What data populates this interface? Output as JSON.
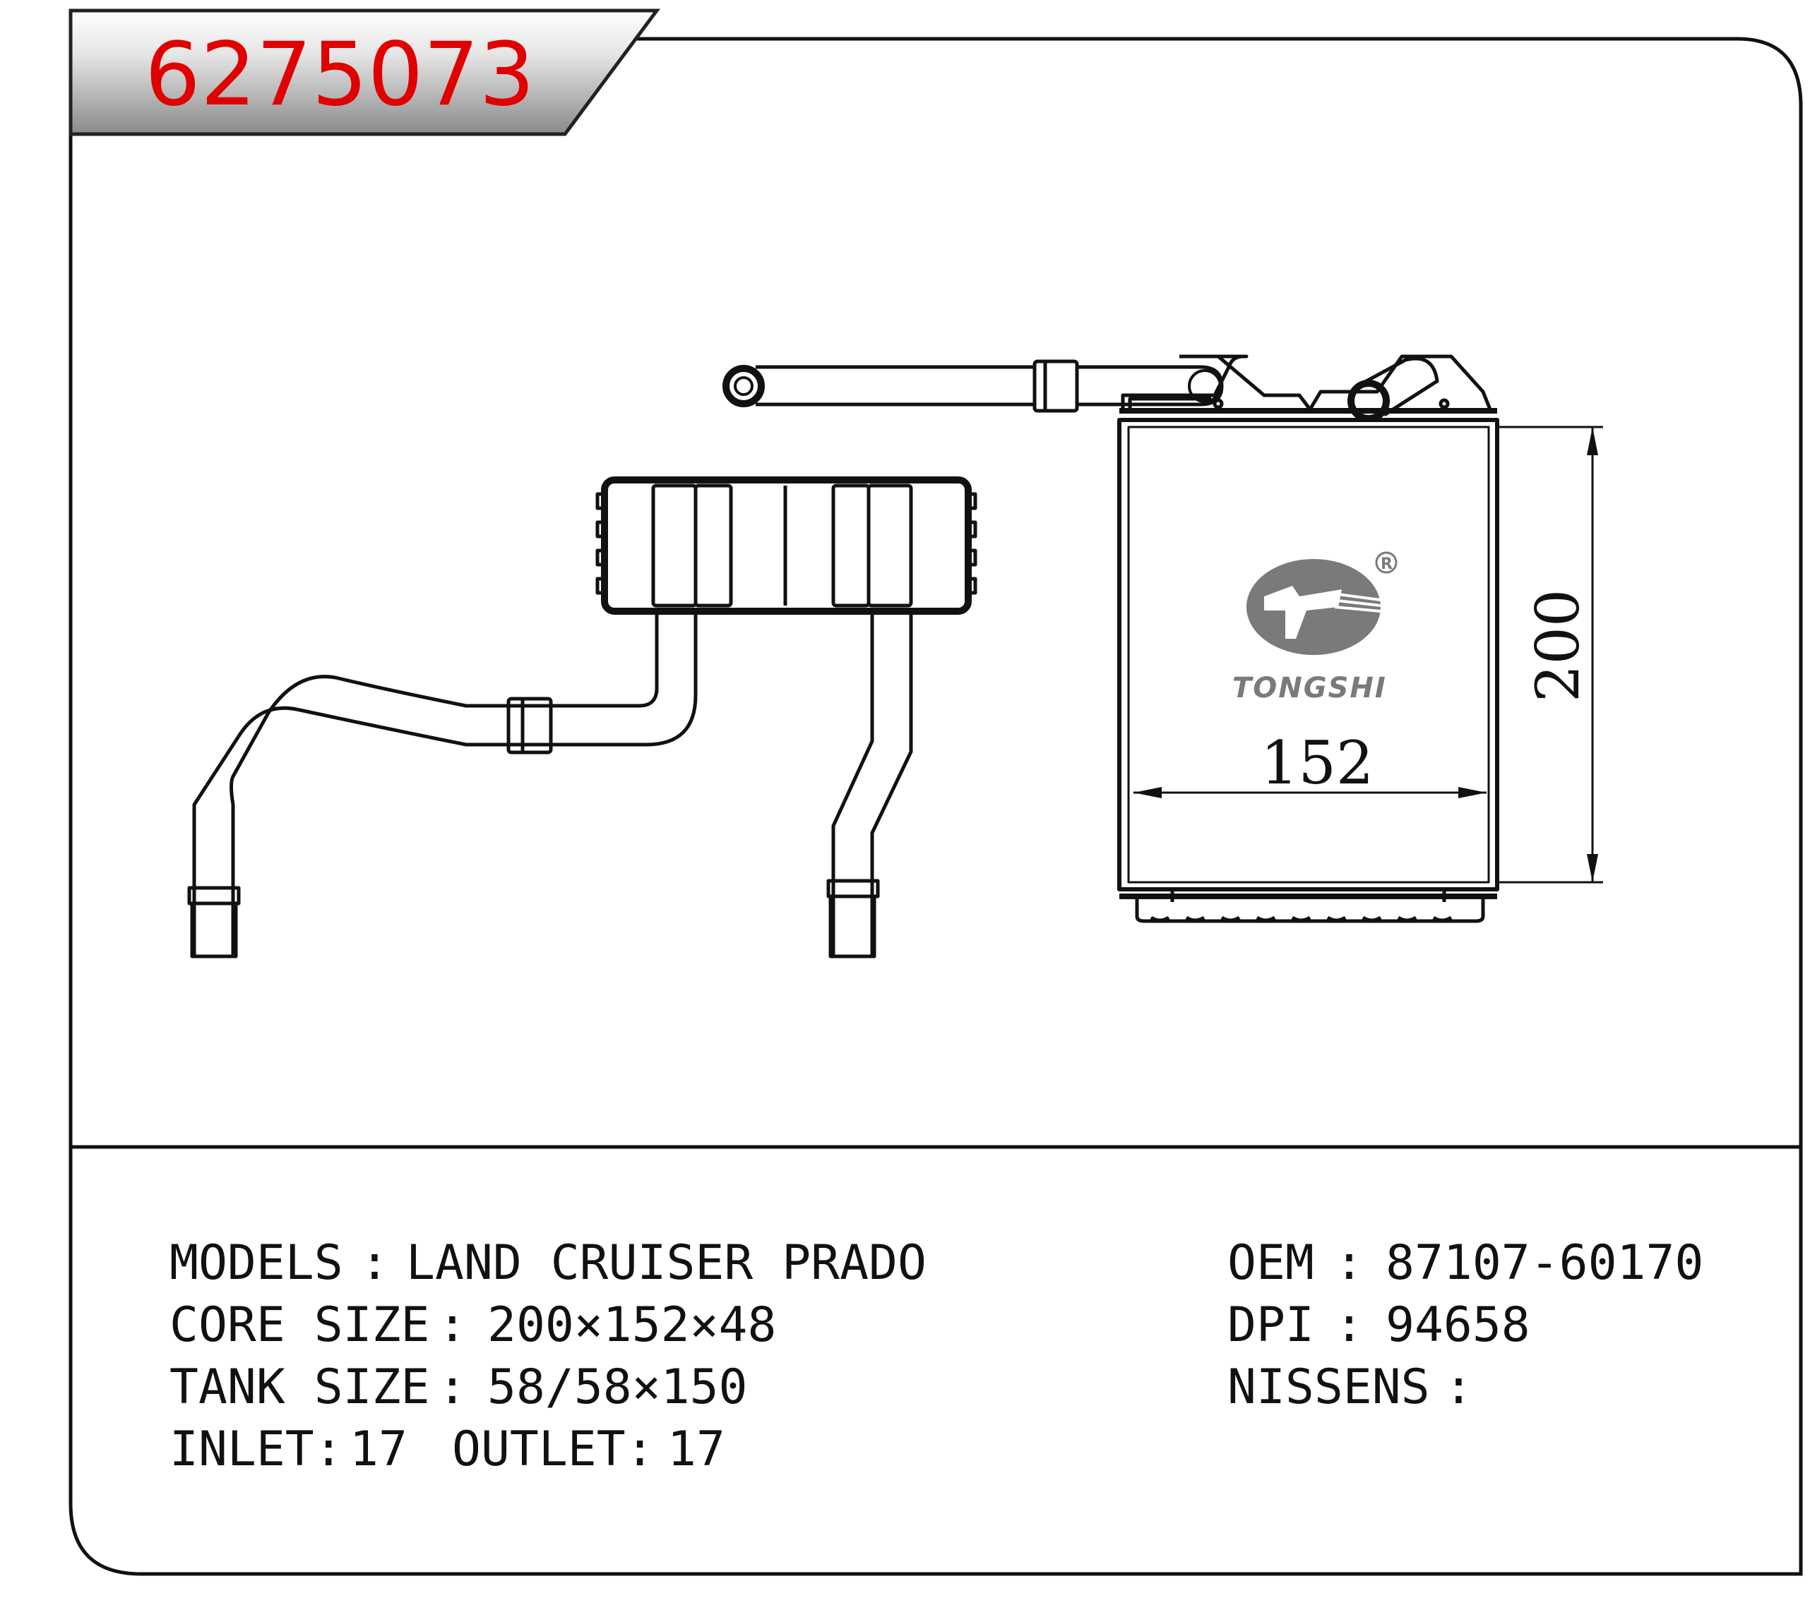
{
  "part": {
    "code": "6275073",
    "code_color": "#e00000"
  },
  "drawing": {
    "dimension_width": "152",
    "dimension_height": "200",
    "brand": "TONGSHI",
    "registered_mark": "R",
    "brand_color": "#7a7a7a"
  },
  "specs": {
    "models_label": "MODELS",
    "models_value": "LAND CRUISER PRADO",
    "core_size_label": "CORE SIZE",
    "core_size_value": "200×152×48",
    "tank_size_label": "TANK SIZE",
    "tank_size_value": "58/58×150",
    "inlet_label": "INLET:",
    "inlet_value": "17",
    "outlet_label": "OUTLET:",
    "outlet_value": "17",
    "oem_label": "OEM",
    "oem_value": "87107-60170",
    "dpi_label": "DPI",
    "dpi_value": "94658",
    "nissens_label": "NISSENS",
    "nissens_value": "",
    "separator": ":"
  }
}
